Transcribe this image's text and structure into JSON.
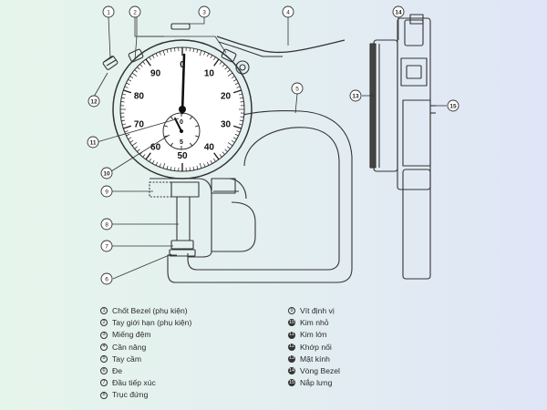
{
  "dial": {
    "major_labels": [
      "0",
      "10",
      "20",
      "30",
      "40",
      "50",
      "60",
      "70",
      "80",
      "90"
    ],
    "sub_labels": [
      "0",
      "5"
    ]
  },
  "callouts": [
    "1",
    "2",
    "3",
    "4",
    "5",
    "6",
    "7",
    "8",
    "9",
    "10",
    "11",
    "12",
    "13",
    "14",
    "15"
  ],
  "legend": [
    {
      "num": "1",
      "text": "Chốt Bezel (phụ kiện)"
    },
    {
      "num": "2",
      "text": "Tay giới hạn (phụ kiện)"
    },
    {
      "num": "3",
      "text": "Miếng đệm"
    },
    {
      "num": "4",
      "text": "Cần nâng"
    },
    {
      "num": "5",
      "text": "Tay cầm"
    },
    {
      "num": "6",
      "text": "Đe"
    },
    {
      "num": "7",
      "text": "Đầu tiếp xúc"
    },
    {
      "num": "8",
      "text": "Trục đứng"
    },
    {
      "num": "9",
      "text": "Vít định vị"
    },
    {
      "num": "10",
      "text": "Kim nhỏ"
    },
    {
      "num": "11",
      "text": "Kim lớn"
    },
    {
      "num": "12",
      "text": "Khớp nối"
    },
    {
      "num": "13",
      "text": "Mặt kính"
    },
    {
      "num": "14",
      "text": "Vòng Bezel"
    },
    {
      "num": "15",
      "text": "Nắp lưng"
    }
  ]
}
